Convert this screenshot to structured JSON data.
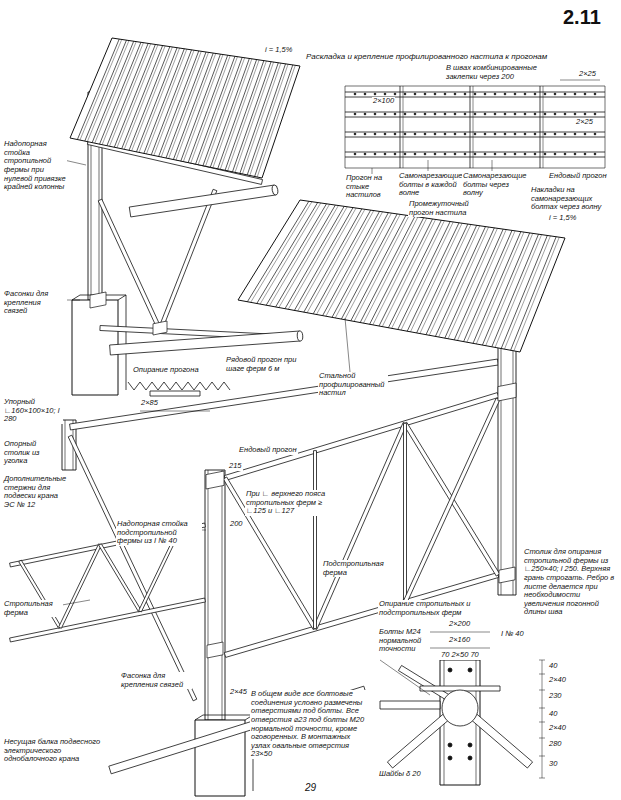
{
  "diagram": {
    "labels": [
      "2.11",
      "Раскладка и крепление профилированного настила к прогонам",
      "В швах комбинированные заклепки через 200",
      "2×25",
      "2×100",
      "2×25",
      "Прогон на стыке настилов",
      "Самонарезающие болты в каждой волне",
      "Самонарезающие болты через волну",
      "Ендовый прогон",
      "Промежуточный прогон настила",
      "Накладки на самонарезающих болтах через волну",
      "i = 1,5%",
      "Надопорная стойка стропильной фермы при нулевой привязке крайней колонны",
      "Фасонки для крепления связей",
      "Рядовой прогон при шаге ферм 6 м",
      "Стальной профилированный настил",
      "i = 1,5%",
      "Опирание прогона",
      "2×85",
      "Упорный ∟160×100×10; l 280",
      "Опорный столик из уголка",
      "Дополнительные стержни для подвески крана ЭС № 12",
      "Ендовый прогон",
      "215",
      "При ∟ верхнего пояса стропильных ферм ≥ ∟125 и ∟127",
      "200",
      "Надопорная стойка подстропильной фермы из I № 40",
      "Подстропильная ферма",
      "2×45",
      "Стропильная ферма",
      "Фасонка для крепления связей",
      "Несущая балка подвесного электрического однобалочного крана",
      "В общем виде все болтовые соединения условно размечены отверстиями под болты. Все отверстия ⌀23 под болты М20 нормальной точности, кроме оговоренных. В монтажных узлах овальные отверстия 23×50",
      "Столик для опирания стропильной фермы из ∟250×40; l 250. Верхняя грань строгать. Ребро в листе делается при необходимости увеличения погонной длины шва",
      "Опирание стропильных и подстропильных ферм",
      "2×200",
      "Болты М24 нормальной точности",
      "2×160",
      "I № 40",
      "70 2×50 70",
      "40",
      "2×40",
      "230",
      "40",
      "2×40",
      "280",
      "30",
      "Шайбы δ 20",
      "29"
    ]
  }
}
